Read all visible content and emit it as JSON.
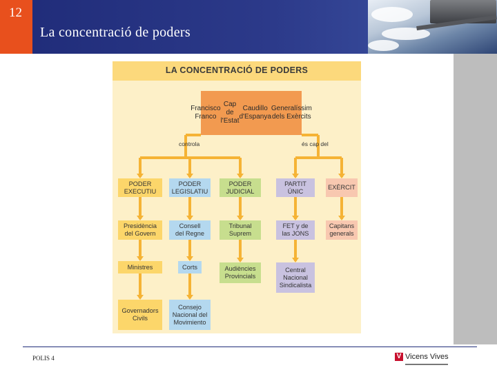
{
  "slide": {
    "number": "12",
    "title": "La concentració de poders"
  },
  "diagram": {
    "title": "LA CONCENTRACIÓ DE PODERS",
    "head": [
      "Francisco Franco",
      "Cap de l'Estat",
      "Caudillo d'Espanya",
      "Generalíssim dels Exèrcits"
    ],
    "left_label": "controla",
    "right_label": "és cap del",
    "columns": [
      {
        "header": "PODER\nEXECUTIU",
        "color": "#fcd66a",
        "items": [
          {
            "text": "Presidència\ndel Govern",
            "color": "#fcd66a"
          },
          {
            "text": "Ministres",
            "color": "#fcd66a"
          },
          {
            "text": "Governadors\nCivils",
            "color": "#fcd66a"
          }
        ]
      },
      {
        "header": "PODER\nLEGISLATIU",
        "color": "#b4d8ef",
        "items": [
          {
            "text": "Consell\ndel Regne",
            "color": "#b4d8ef"
          },
          {
            "text": "Corts",
            "color": "#b4d8ef"
          },
          {
            "text": "Consejo\nNacional del\nMovimiento",
            "color": "#b4d8ef"
          }
        ]
      },
      {
        "header": "PODER\nJUDICIAL",
        "color": "#c7de8e",
        "items": [
          {
            "text": "Tribunal\nSuprem",
            "color": "#c7de8e"
          },
          {
            "text": "Audiències\nProvincials",
            "color": "#c7de8e"
          }
        ]
      },
      {
        "header": "PARTIT\nÚNIC",
        "color": "#c9c2e0",
        "items": [
          {
            "text": "FET y de\nlas JONS",
            "color": "#c9c2e0"
          },
          {
            "text": "Central\nNacional\nSindicalista",
            "color": "#c9c2e0"
          }
        ]
      },
      {
        "header": "EXÈRCIT",
        "color": "#f8c8b0",
        "items": [
          {
            "text": "Capitans\ngenerals",
            "color": "#f8c8b0"
          }
        ]
      }
    ]
  },
  "footer": {
    "text": "POLIS 4",
    "logo_text": "Vicens Vives"
  },
  "colors": {
    "header_bg": "#1f2b78",
    "accent": "#e8501d",
    "connector": "#f5b335"
  }
}
